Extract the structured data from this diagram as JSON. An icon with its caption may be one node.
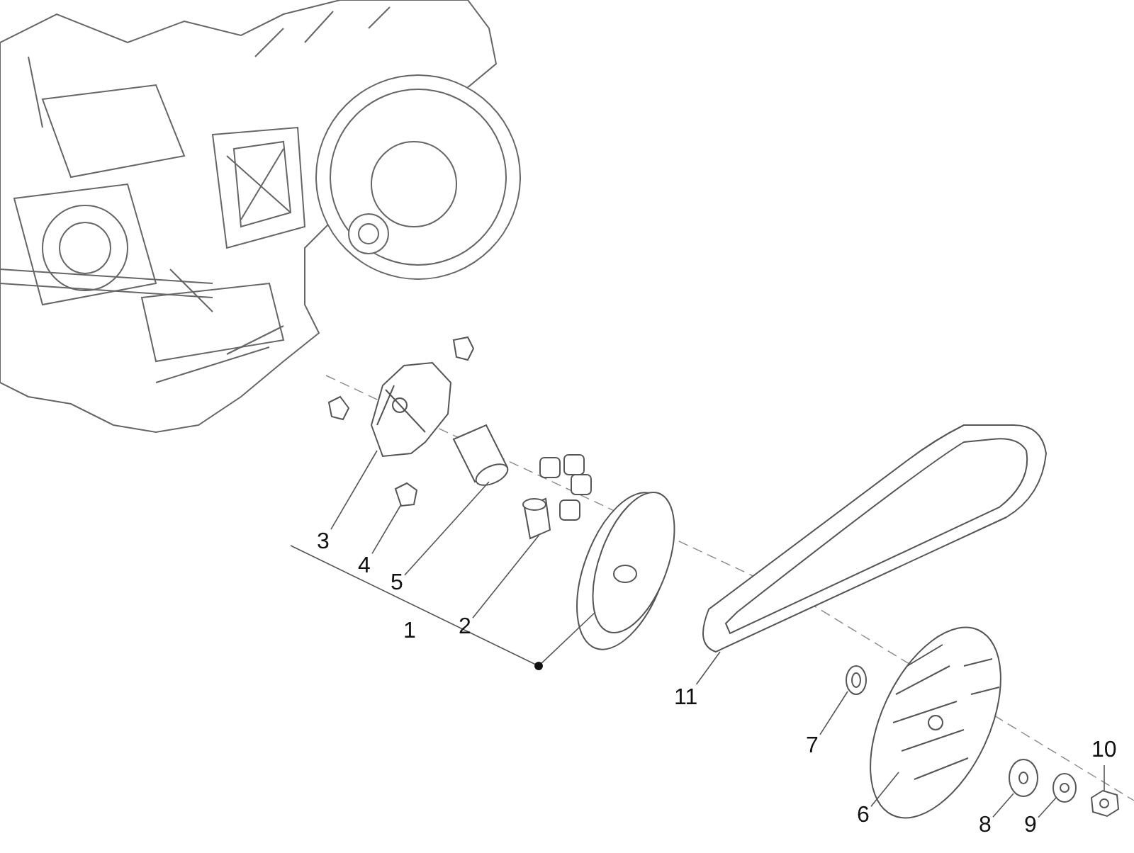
{
  "diagram": {
    "nodes": [
      {
        "text": [
          "3"
        ]
      },
      {
        "text": [
          "4"
        ]
      },
      {
        "text": [
          "5"
        ]
      },
      {
        "text": [
          "2"
        ]
      },
      {
        "text": [
          "11"
        ]
      },
      {
        "text": [
          "7"
        ]
      },
      {
        "text": [
          "6"
        ]
      },
      {
        "text": [
          "8"
        ]
      },
      {
        "text": [
          "9"
        ]
      },
      {
        "text": [
          "10"
        ]
      },
      {
        "text": [],
        "shape": "picture"
      },
      {
        "text": [],
        "shape": "picture"
      },
      {
        "text": [],
        "shape": "picture"
      },
      {
        "text": [],
        "shape": "picture"
      },
      {
        "text": [],
        "shape": "picture"
      },
      {
        "text": [],
        "shape": "picture"
      },
      {
        "text": [],
        "shape": "picture"
      },
      {
        "text": [],
        "shape": "picture"
      },
      {
        "text": [],
        "shape": "picture"
      },
      {
        "text": [],
        "shape": "picture"
      }
    ],
    "edges": [
      {
        "from": 0,
        "to": 10,
        "arrow": "none"
      },
      {
        "from": 1,
        "to": 11,
        "arrow": "none"
      },
      {
        "from": 2,
        "to": 12,
        "arrow": "none"
      },
      {
        "from": 3,
        "to": 13,
        "arrow": "none"
      },
      {
        "from": 4,
        "to": 14,
        "arrow": "none"
      },
      {
        "from": 5,
        "to": 15,
        "arrow": "none"
      },
      {
        "from": 6,
        "to": 16,
        "arrow": "none"
      },
      {
        "from": 7,
        "to": 17,
        "arrow": "none"
      },
      {
        "from": 8,
        "to": 18,
        "arrow": "none"
      },
      {
        "from": 9,
        "to": 19,
        "arrow": "none"
      }
    ],
    "labels": [
      "1"
    ]
  }
}
